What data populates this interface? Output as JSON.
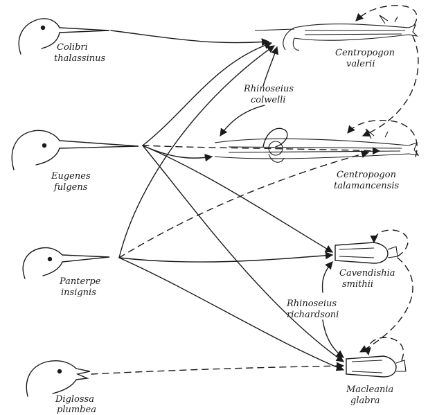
{
  "birds": [
    {
      "id": "colibri",
      "label_lines": [
        "Colibri",
        "thalassinus"
      ]
    },
    {
      "id": "eugenes",
      "label_lines": [
        "Eugenes",
        "fulgens"
      ]
    },
    {
      "id": "panterpe",
      "label_lines": [
        "Panterpe",
        "insignis"
      ]
    },
    {
      "id": "diglossa",
      "label_lines": [
        "Diglossa",
        "plumbea"
      ]
    }
  ],
  "plants": [
    {
      "id": "valerii",
      "label_lines": [
        "Centropogon",
        "valerii"
      ]
    },
    {
      "id": "talamancensis",
      "label_lines": [
        "Centropogon",
        "talamancensis"
      ]
    },
    {
      "id": "cavendishia",
      "label_lines": [
        "Cavendishia",
        "smithii"
      ]
    },
    {
      "id": "macleania",
      "label_lines": [
        "Macleania",
        "glabra"
      ]
    }
  ],
  "mites": [
    {
      "id": "colwelli",
      "label_lines": [
        "Rhinoseius",
        "colwelli"
      ]
    },
    {
      "id": "richardsoni",
      "label_lines": [
        "Rhinoseius",
        "richardsoni"
      ]
    }
  ],
  "colors": {
    "ink": "#1a1a1a",
    "paper": "#ffffff"
  }
}
